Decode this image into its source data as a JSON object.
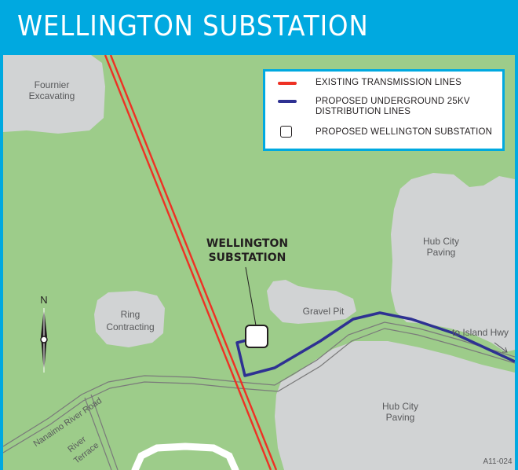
{
  "title": "WELLINGTON SUBSTATION",
  "colors": {
    "frame": "#00a9e0",
    "land": "#9dcc8a",
    "developed": "#d1d3d4",
    "transmission": "#ee3124",
    "underground": "#2e3192",
    "road": "#7a7a7a"
  },
  "legend": {
    "items": [
      {
        "label_lines": [
          "EXISTING TRANSMISSION LINES"
        ],
        "symbol": "red-line"
      },
      {
        "label_lines": [
          "PROPOSED UNDERGROUND 25KV",
          "DISTRIBUTION LINES"
        ],
        "symbol": "blue-line"
      },
      {
        "label_lines": [
          "PROPOSED WELLINGTON SUBSTATION"
        ],
        "symbol": "square"
      }
    ]
  },
  "labels": {
    "fournier": [
      "Fournier",
      "Excavating"
    ],
    "hub_city_north": [
      "Hub City",
      "Paving"
    ],
    "hub_city_south": [
      "Hub City",
      "Paving"
    ],
    "ring": [
      "Ring",
      "Contracting"
    ],
    "gravel_pit": "Gravel Pit",
    "to_island_hwy": "to Island Hwy",
    "callout": [
      "WELLINGTON",
      "SUBSTATION"
    ],
    "nanaimo_river_road": "Nanaimo River Road",
    "river_terrace": [
      "River",
      "Terrace"
    ],
    "north": "N",
    "map_code": "A11-024"
  }
}
